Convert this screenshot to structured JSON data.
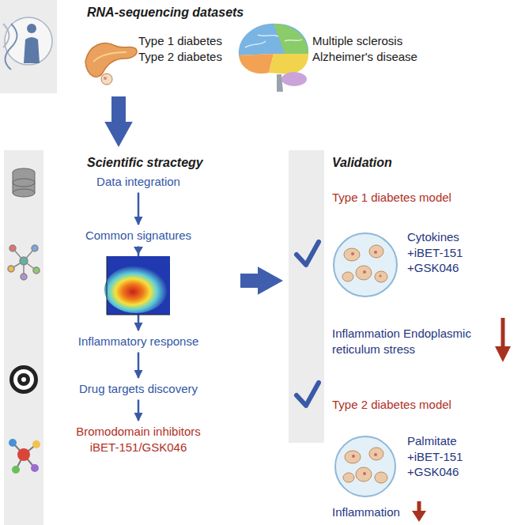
{
  "diagram": {
    "nodes": [
      {
        "text": [
          "RNA-sequencing datasets"
        ]
      },
      {
        "text": [
          "Type 1 diabetes Type 2 diabetes"
        ],
        "in": 0
      },
      {
        "text": [
          "Multiple sclerosis Alzheimer's disease"
        ],
        "in": 0
      },
      {
        "text": [
          "Scientific stractegy"
        ]
      },
      {
        "text": [
          "Data integration"
        ],
        "in": 3
      },
      {
        "text": [
          "Common signatures"
        ],
        "in": 3
      },
      {
        "text": [
          "Inflammatory response"
        ],
        "in": 3
      },
      {
        "text": [
          "Drug targets discovery"
        ],
        "in": 3
      },
      {
        "text": [
          "Bromodomain inhibitors iBET-151/GSK046"
        ],
        "in": 3
      },
      {
        "text": [
          "Validation"
        ]
      },
      {
        "text": [
          "Type 1 diabetes model"
        ],
        "in": 9
      },
      {
        "text": [
          "Cytokines +iBET-151 +GSK046"
        ],
        "in": 9
      },
      {
        "text": [
          "Inflammation Endoplasmic reticulum stress"
        ],
        "in": 9
      },
      {
        "text": [
          "Type 2 diabetes model"
        ],
        "in": 9
      },
      {
        "text": [
          "Palmitate +iBET-151 +GSK046"
        ],
        "in": 9
      },
      {
        "text": [
          "Inflammation"
        ],
        "in": 9
      }
    ],
    "edges": [
      {
        "from": 0,
        "to": 3,
        "arrow": "to"
      },
      {
        "from": 3,
        "to": 9,
        "arrow": "to"
      },
      {
        "from": 4,
        "to": 5,
        "arrow": "to"
      },
      {
        "from": 5,
        "to": 6,
        "arrow": "to"
      },
      {
        "from": 6,
        "to": 7,
        "arrow": "to"
      },
      {
        "from": 7,
        "to": 8,
        "arrow": "to"
      }
    ]
  }
}
